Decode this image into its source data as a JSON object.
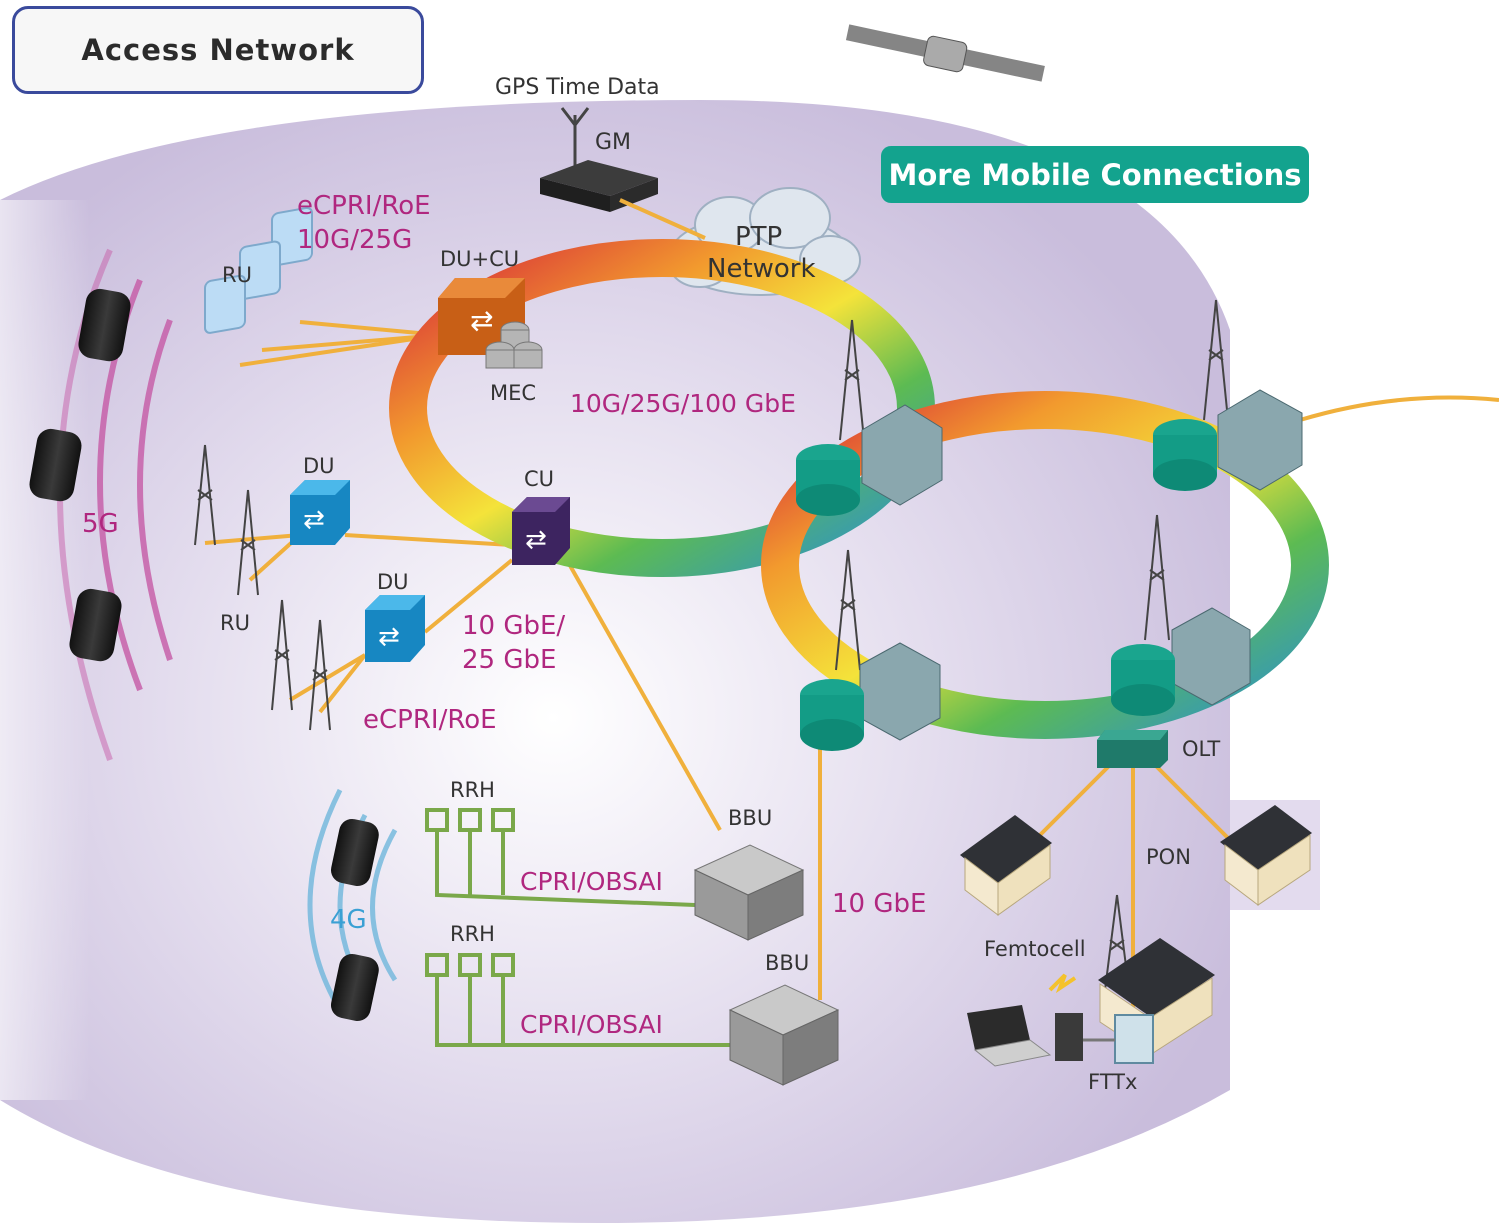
{
  "header": {
    "title": "Access Network"
  },
  "badge": {
    "label": "More Mobile Connections"
  },
  "labels": {
    "gps_time_data": "GPS Time Data",
    "gm": "GM",
    "ptp_network_line1": "PTP",
    "ptp_network_line2": "Network",
    "ecpri_roe_top_line1": "eCPRI/RoE",
    "ecpri_roe_top_line2": "10G/25G",
    "ru_top": "RU",
    "du_cu": "DU+CU",
    "mec": "MEC",
    "ring_speed": "10G/25G/100 GbE",
    "du_1": "DU",
    "cu": "CU",
    "du_2": "DU",
    "ru_mid": "RU",
    "gbe_line1": "10 GbE/",
    "gbe_line2": "25 GbE",
    "ecpri_roe_bottom": "eCPRI/RoE",
    "five_g": "5G",
    "rrh_1": "RRH",
    "bbu_1": "BBU",
    "cpri_obsai_1": "CPRI/OBSAI",
    "four_g": "4G",
    "rrh_2": "RRH",
    "bbu_2": "BBU",
    "cpri_obsai_2": "CPRI/OBSAI",
    "ten_gbe": "10 GbE",
    "olt": "OLT",
    "pon": "PON",
    "femtocell": "Femtocell",
    "fttx": "FTTx"
  },
  "colors": {
    "link": "#f0b03c",
    "cpri_link": "#7aa84a",
    "magenta": "#b0277f",
    "teal": "#13a38e",
    "du_blue": "#1b9ad6",
    "cu_purple": "#4a2a6e",
    "ducu_orange": "#d9731f"
  }
}
